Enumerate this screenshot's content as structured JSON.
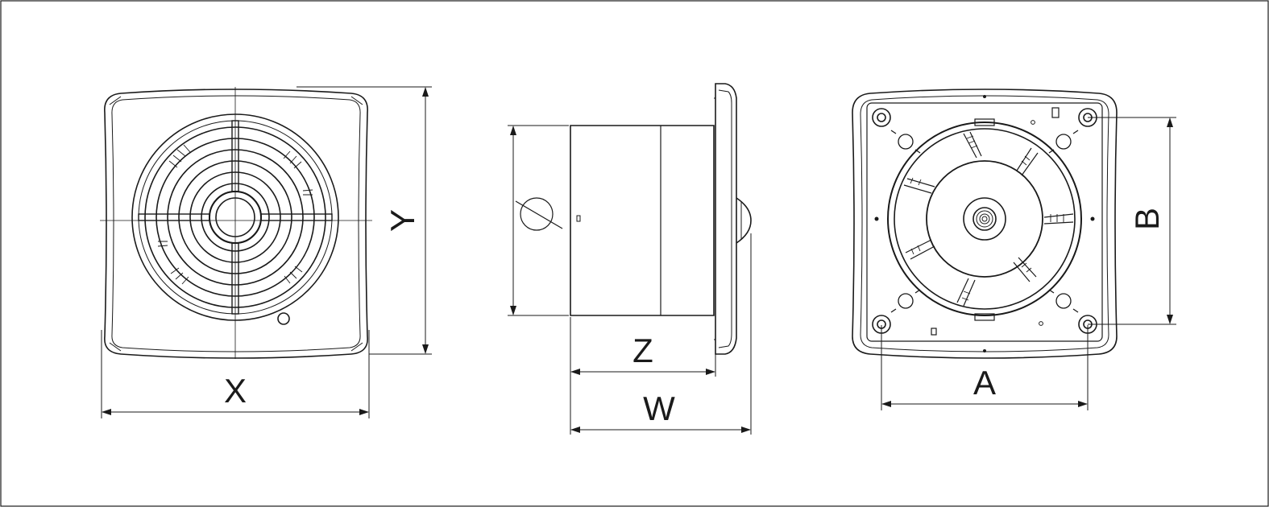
{
  "diagram": {
    "labels": {
      "x": "X",
      "y": "Y",
      "z": "Z",
      "w": "W",
      "a": "A",
      "b": "B"
    },
    "colors": {
      "line": "#1a1a1a",
      "background": "#ffffff"
    }
  }
}
